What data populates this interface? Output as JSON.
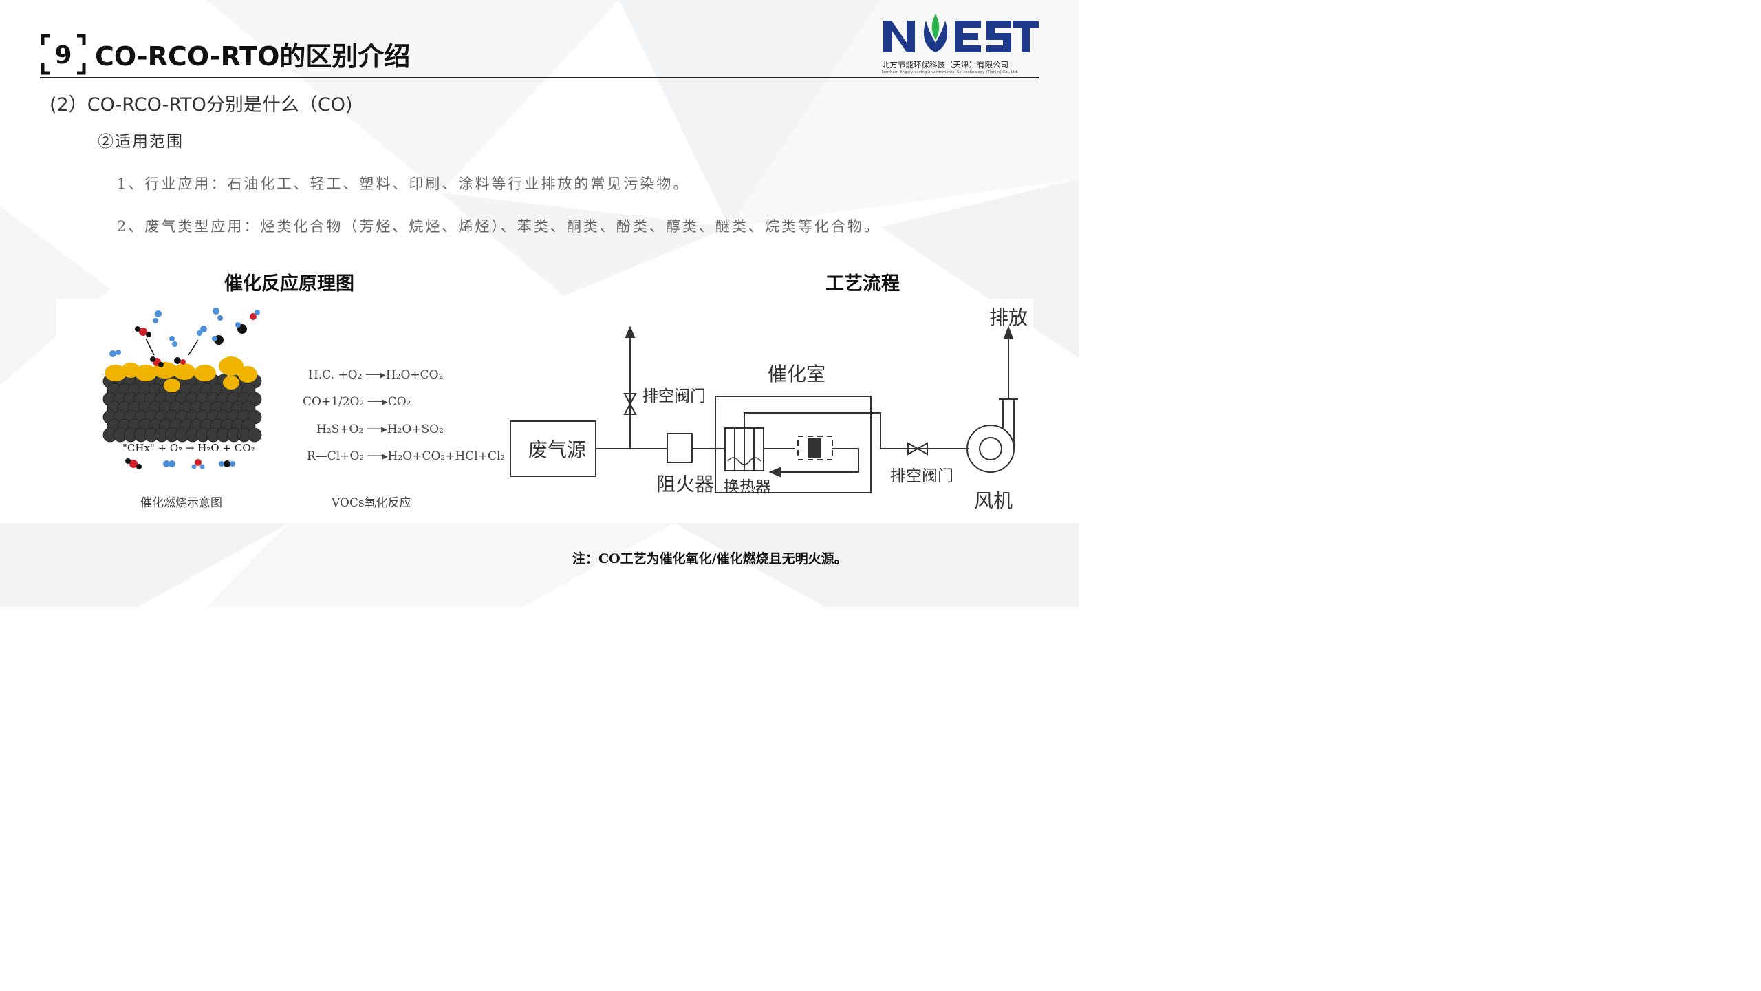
{
  "header": {
    "section_number": "9",
    "title": "CO-RCO-RTO的区别介绍"
  },
  "logo": {
    "wordmark": "NWEST",
    "company_cn": "北方节能环保科技（天津）有限公司",
    "company_en": "Northern Engery-saving Environmental Sci-technology (Tianjin) Co., Ltd.",
    "colors": {
      "primary": "#1f3a8a",
      "leaf": "#2bb24c"
    }
  },
  "content": {
    "subtitle": "(2）CO-RCO-RTO分别是什么（CO)",
    "section": "②适用范围",
    "items": [
      "1、行业应用：石油化工、轻工、塑料、印刷、涂料等行业排放的常见污染物。",
      "2、废气类型应用：烃类化合物（芳烃、烷烃、烯烃）、苯类、酮类、酚类、醇类、醚类、烷类等化合物。"
    ]
  },
  "figures": {
    "left_caption": "催化反应原理图",
    "right_caption": "工艺流程",
    "catalysis": {
      "equation": "\"CHx\" + O₂ → H₂O + CO₂",
      "label": "催化燃烧示意图",
      "colors": {
        "catalyst": "#3a3a3a",
        "support": "#f0b400",
        "blue": "#4a8fd8",
        "red": "#d0202a"
      }
    },
    "reactions": {
      "equations": [
        "H.C. +O₂ ──▸H₂O+CO₂",
        "CO+1/2O₂ ──▸CO₂",
        "H₂S+O₂ ──▸H₂O+SO₂",
        "R—Cl+O₂ ──▸H₂O+CO₂+HCl+Cl₂"
      ],
      "label": "VOCs氧化反应"
    },
    "process": {
      "source": "废气源",
      "vent_valve_top": "排空阀门",
      "catalytic_chamber": "催化室",
      "flame_arrester": "阻火器",
      "heat_exchanger": "换热器",
      "vent_valve_right": "排空阀门",
      "fan": "风机",
      "exhaust": "排放"
    }
  },
  "note": "注：CO工艺为催化氧化/催化燃烧且无明火源。"
}
